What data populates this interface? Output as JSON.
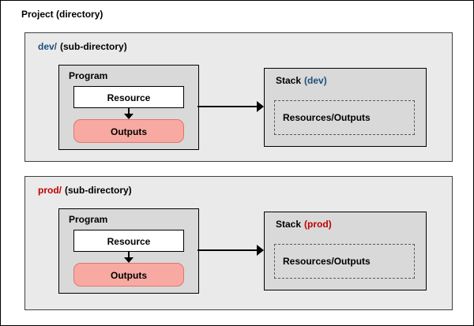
{
  "title": "Project (directory)",
  "colors": {
    "dev": "#1f4e79",
    "prod": "#c00000",
    "outputs_bg": "#f8a9a2"
  },
  "sections": [
    {
      "dir_name": "dev/",
      "dir_suffix": "(sub-directory)",
      "program_label": "Program",
      "resource_label": "Resource",
      "outputs_label": "Outputs",
      "stack_prefix": "Stack",
      "stack_env": "(dev)",
      "stack_inner_label": "Resources/Outputs"
    },
    {
      "dir_name": "prod/",
      "dir_suffix": "(sub-directory)",
      "program_label": "Program",
      "resource_label": "Resource",
      "outputs_label": "Outputs",
      "stack_prefix": "Stack",
      "stack_env": "(prod)",
      "stack_inner_label": "Resources/Outputs"
    }
  ]
}
